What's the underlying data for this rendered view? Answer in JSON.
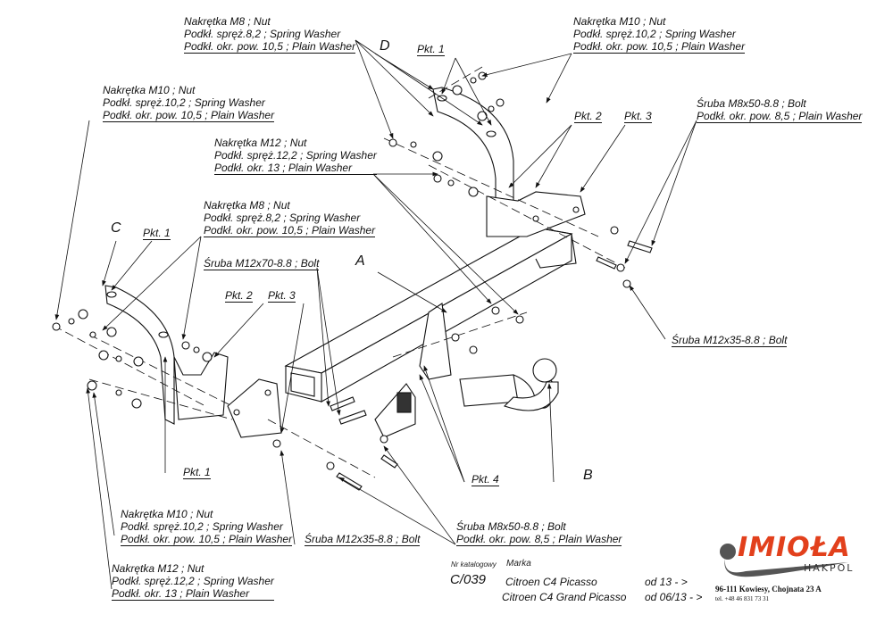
{
  "diagram": {
    "title": "Tow bar exploded assembly",
    "part_letters": {
      "A": "A",
      "B": "B",
      "C": "C",
      "D": "D"
    },
    "points": {
      "pkt1": "Pkt. 1",
      "pkt2": "Pkt. 2",
      "pkt3": "Pkt. 3",
      "pkt4": "Pkt. 4"
    },
    "callouts": {
      "top_center_m8": [
        "Nakrętka  M8 ; Nut",
        "Podkł. spręż.8,2 ; Spring Washer",
        "Podkł. okr. pow. 10,5 ; Plain Washer"
      ],
      "top_right_m10": [
        "Nakrętka  M10 ; Nut",
        "Podkł. spręż.10,2 ; Spring Washer",
        "Podkł. okr. pow. 10,5 ; Plain Washer"
      ],
      "left_m10": [
        "Nakrętka  M10 ; Nut",
        "Podkł. spręż.10,2 ; Spring Washer",
        "Podkł. okr. pow. 10,5 ; Plain Washer"
      ],
      "right_bolt_m8": [
        "Śruba M8x50-8.8 ;  Bolt",
        "Podkł. okr. pow. 8,5 ; Plain Washer"
      ],
      "center_m12": [
        "Nakrętka  M12 ; Nut",
        "Podkł. spręż.12,2 ; Spring Washer",
        "Podkł. okr. 13 ; Plain Washer"
      ],
      "mid_m8": [
        "Nakrętka  M8 ; Nut",
        "Podkł. spręż.8,2 ; Spring Washer",
        "Podkł. okr. pow. 10,5 ; Plain Washer"
      ],
      "bolt_m12x70": [
        "Śruba M12x70-8.8 ;  Bolt"
      ],
      "right_bolt_m12x35": [
        "Śruba M12x35-8.8 ;  Bolt"
      ],
      "bottom_m10": [
        "Nakrętka  M10 ; Nut",
        "Podkł. spręż.10,2 ; Spring Washer",
        "Podkł. okr. pow. 10,5 ; Plain Washer"
      ],
      "bottom_m12": [
        "Nakrętka  M12 ; Nut",
        "Podkł. spręż.12,2 ; Spring Washer",
        "Podkł. okr. 13 ; Plain Washer"
      ],
      "bottom_bolt_m12x35": [
        "Śruba M12x35-8.8 ;  Bolt"
      ],
      "bottom_bolt_m8": [
        "Śruba M8x50-8.8 ;  Bolt",
        "Podkł. okr. pow. 8,5 ; Plain Washer"
      ]
    }
  },
  "catalog": {
    "nr_label": "Nr katalogowy",
    "marka_label": "Marka",
    "number": "C/039",
    "models": [
      {
        "name": "Citroen C4 Picasso",
        "from": "od 13 - >"
      },
      {
        "name": "Citroen C4 Grand Picasso",
        "from": "od 06/13 - >"
      }
    ]
  },
  "brand": {
    "name": "IMIOŁA",
    "sub": "HAKPOL",
    "address": "96-111 Kowiesy, Chojnata 23 A",
    "phone": "tel. +48 46 831 73 31",
    "accent_color": "#e2401c"
  }
}
